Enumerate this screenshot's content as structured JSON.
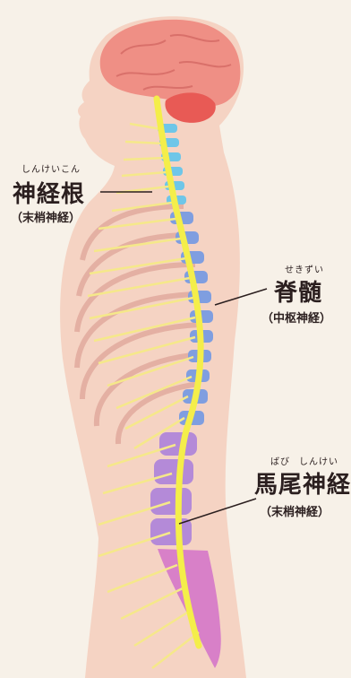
{
  "labels": {
    "nerve_root": {
      "ruby": "しんけいこん",
      "main": "神経根",
      "sub": "（末梢神経）"
    },
    "spinal_cord": {
      "ruby": "せきずい",
      "main": "脊髄",
      "sub": "（中枢神経）"
    },
    "cauda_equina": {
      "ruby_left": "ばび",
      "ruby_right": "しんけい",
      "main": "馬尾神経",
      "sub": "（末梢神経）"
    }
  },
  "colors": {
    "background": "#f7f1e8",
    "body": "#f5d3c3",
    "brain": "#ef8f85",
    "cerebellum": "#e85a55",
    "spinal_cord": "#f4ee4a",
    "nerves": "#f5e88a",
    "cervical_vertebrae": "#6ec6e8",
    "thoracic_vertebrae": "#7f9ee0",
    "lumbar_vertebrae": "#b48ad8",
    "sacrum": "#d880c8",
    "ribs": "#e0a89c"
  }
}
